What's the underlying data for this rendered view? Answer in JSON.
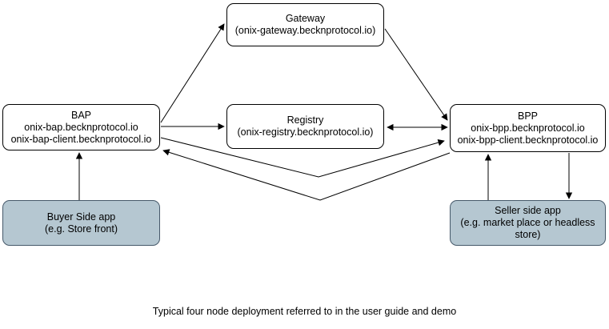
{
  "caption": "Typical four node deployment referred to in the user guide and demo",
  "nodes": {
    "gateway": {
      "title": "Gateway",
      "domain": "(onix-gateway.becknprotocol.io)"
    },
    "bap": {
      "title": "BAP",
      "domain1": "onix-bap.becknprotocol.io",
      "domain2": "onix-bap-client.becknprotocol.io"
    },
    "registry": {
      "title": "Registry",
      "domain": "(onix-registry.becknprotocol.io)"
    },
    "bpp": {
      "title": "BPP",
      "domain1": "onix-bpp.becknprotocol.io",
      "domain2": "onix-bpp-client.becknprotocol.io"
    },
    "buyer_app": {
      "title": "Buyer Side app",
      "subtitle": "(e.g. Store front)"
    },
    "seller_app": {
      "title": "Seller side app",
      "subtitle": "(e.g. market place or headless store)"
    }
  },
  "edges": [
    {
      "from": "bap",
      "to": "gateway",
      "direction": "one-way"
    },
    {
      "from": "gateway",
      "to": "bpp",
      "direction": "one-way"
    },
    {
      "from": "bap",
      "to": "registry",
      "direction": "one-way"
    },
    {
      "from": "registry",
      "to": "bpp",
      "direction": "two-way"
    },
    {
      "from": "bap",
      "to": "bpp",
      "direction": "one-way"
    },
    {
      "from": "bpp",
      "to": "bap",
      "direction": "one-way"
    },
    {
      "from": "buyer_app",
      "to": "bap",
      "direction": "one-way"
    },
    {
      "from": "seller_app",
      "to": "bpp",
      "direction": "one-way"
    },
    {
      "from": "bpp",
      "to": "seller_app",
      "direction": "one-way"
    }
  ],
  "colors": {
    "background": "#ffffff",
    "node_fill": "#ffffff",
    "node_stroke": "#000000",
    "app_fill": "#b5c7d1",
    "app_stroke": "#46596a",
    "arrow": "#000000",
    "text": "#000000"
  }
}
